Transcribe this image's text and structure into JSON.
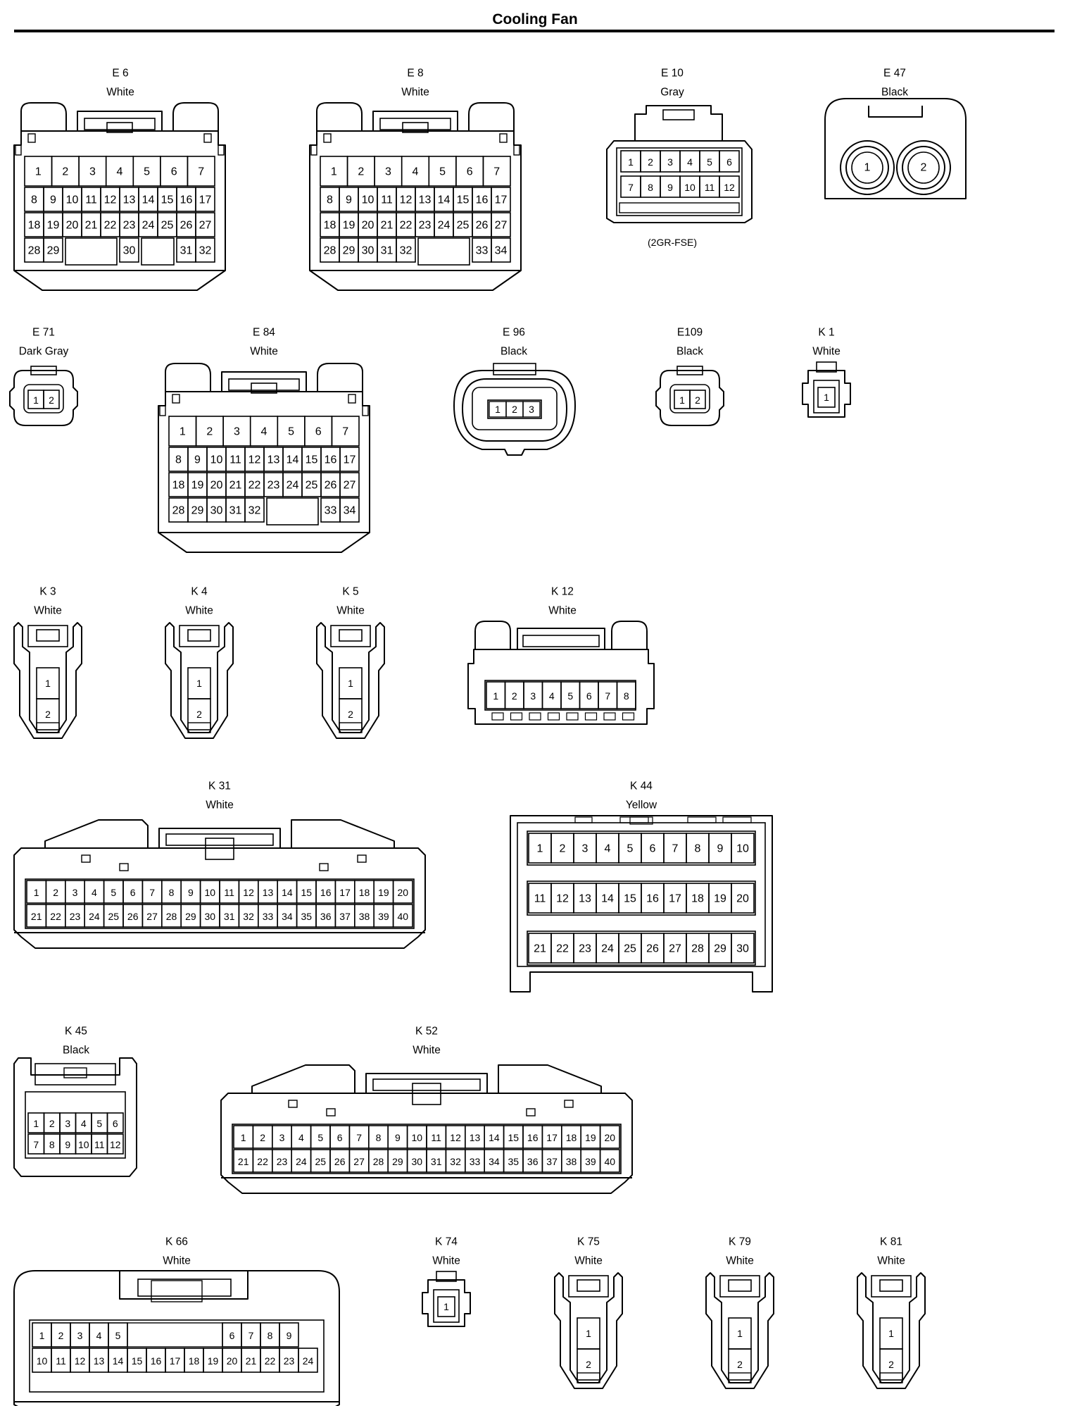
{
  "page": {
    "title": "Cooling Fan"
  },
  "colors": {
    "line": "#000000",
    "background": "#ffffff"
  },
  "connectors": [
    {
      "id": "E 6",
      "color": "White",
      "rows": [
        [
          "1",
          "2",
          "3",
          "4",
          "5",
          "6",
          "7"
        ],
        [
          "8",
          "9",
          "10",
          "11",
          "12",
          "13",
          "14",
          "15",
          "16",
          "17"
        ],
        [
          "18",
          "19",
          "20",
          "21",
          "22",
          "23",
          "24",
          "25",
          "26",
          "27"
        ],
        [
          "28",
          "29",
          "30",
          "31",
          "32"
        ]
      ]
    },
    {
      "id": "E 8",
      "color": "White",
      "rows": [
        [
          "1",
          "2",
          "3",
          "4",
          "5",
          "6",
          "7"
        ],
        [
          "8",
          "9",
          "10",
          "11",
          "12",
          "13",
          "14",
          "15",
          "16",
          "17"
        ],
        [
          "18",
          "19",
          "20",
          "21",
          "22",
          "23",
          "24",
          "25",
          "26",
          "27"
        ],
        [
          "28",
          "29",
          "30",
          "31",
          "32",
          "33",
          "34"
        ]
      ]
    },
    {
      "id": "E 10",
      "color": "Gray",
      "note": "(2GR-FSE)",
      "rows": [
        [
          "1",
          "2",
          "3",
          "4",
          "5",
          "6"
        ],
        [
          "7",
          "8",
          "9",
          "10",
          "11",
          "12"
        ]
      ]
    },
    {
      "id": "E 47",
      "color": "Black",
      "rows": [
        [
          "1",
          "2"
        ]
      ]
    },
    {
      "id": "E 71",
      "color": "Dark Gray",
      "rows": [
        [
          "1",
          "2"
        ]
      ]
    },
    {
      "id": "E 84",
      "color": "White",
      "rows": [
        [
          "1",
          "2",
          "3",
          "4",
          "5",
          "6",
          "7"
        ],
        [
          "8",
          "9",
          "10",
          "11",
          "12",
          "13",
          "14",
          "15",
          "16",
          "17"
        ],
        [
          "18",
          "19",
          "20",
          "21",
          "22",
          "23",
          "24",
          "25",
          "26",
          "27"
        ],
        [
          "28",
          "29",
          "30",
          "31",
          "32",
          "33",
          "34"
        ]
      ]
    },
    {
      "id": "E 96",
      "color": "Black",
      "rows": [
        [
          "1",
          "2",
          "3"
        ]
      ]
    },
    {
      "id": "E109",
      "color": "Black",
      "rows": [
        [
          "1",
          "2"
        ]
      ]
    },
    {
      "id": "K 1",
      "color": "White",
      "rows": [
        [
          "1"
        ]
      ]
    },
    {
      "id": "K 3",
      "color": "White",
      "rows": [
        [
          "1"
        ],
        [
          "2"
        ]
      ]
    },
    {
      "id": "K 4",
      "color": "White",
      "rows": [
        [
          "1"
        ],
        [
          "2"
        ]
      ]
    },
    {
      "id": "K 5",
      "color": "White",
      "rows": [
        [
          "1"
        ],
        [
          "2"
        ]
      ]
    },
    {
      "id": "K 12",
      "color": "White",
      "rows": [
        [
          "1",
          "2",
          "3",
          "4",
          "5",
          "6",
          "7",
          "8"
        ]
      ]
    },
    {
      "id": "K 31",
      "color": "White",
      "rows": [
        [
          "1",
          "2",
          "3",
          "4",
          "5",
          "6",
          "7",
          "8",
          "9",
          "10",
          "11",
          "12",
          "13",
          "14",
          "15",
          "16",
          "17",
          "18",
          "19",
          "20"
        ],
        [
          "21",
          "22",
          "23",
          "24",
          "25",
          "26",
          "27",
          "28",
          "29",
          "30",
          "31",
          "32",
          "33",
          "34",
          "35",
          "36",
          "37",
          "38",
          "39",
          "40"
        ]
      ]
    },
    {
      "id": "K 44",
      "color": "Yellow",
      "rows": [
        [
          "1",
          "2",
          "3",
          "4",
          "5",
          "6",
          "7",
          "8",
          "9",
          "10"
        ],
        [
          "11",
          "12",
          "13",
          "14",
          "15",
          "16",
          "17",
          "18",
          "19",
          "20"
        ],
        [
          "21",
          "22",
          "23",
          "24",
          "25",
          "26",
          "27",
          "28",
          "29",
          "30"
        ]
      ]
    },
    {
      "id": "K 45",
      "color": "Black",
      "rows": [
        [
          "1",
          "2",
          "3",
          "4",
          "5",
          "6"
        ],
        [
          "7",
          "8",
          "9",
          "10",
          "11",
          "12"
        ]
      ]
    },
    {
      "id": "K 52",
      "color": "White",
      "rows": [
        [
          "1",
          "2",
          "3",
          "4",
          "5",
          "6",
          "7",
          "8",
          "9",
          "10",
          "11",
          "12",
          "13",
          "14",
          "15",
          "16",
          "17",
          "18",
          "19",
          "20"
        ],
        [
          "21",
          "22",
          "23",
          "24",
          "25",
          "26",
          "27",
          "28",
          "29",
          "30",
          "31",
          "32",
          "33",
          "34",
          "35",
          "36",
          "37",
          "38",
          "39",
          "40"
        ]
      ]
    },
    {
      "id": "K 66",
      "color": "White",
      "rows": [
        [
          "1",
          "2",
          "3",
          "4",
          "5",
          "6",
          "7",
          "8",
          "9"
        ],
        [
          "10",
          "11",
          "12",
          "13",
          "14",
          "15",
          "16",
          "17",
          "18",
          "19",
          "20",
          "21",
          "22",
          "23",
          "24"
        ]
      ]
    },
    {
      "id": "K 74",
      "color": "White",
      "rows": [
        [
          "1"
        ]
      ]
    },
    {
      "id": "K 75",
      "color": "White",
      "rows": [
        [
          "1"
        ],
        [
          "2"
        ]
      ]
    },
    {
      "id": "K 79",
      "color": "White",
      "rows": [
        [
          "1"
        ],
        [
          "2"
        ]
      ]
    },
    {
      "id": "K 81",
      "color": "White",
      "rows": [
        [
          "1"
        ],
        [
          "2"
        ]
      ]
    }
  ]
}
